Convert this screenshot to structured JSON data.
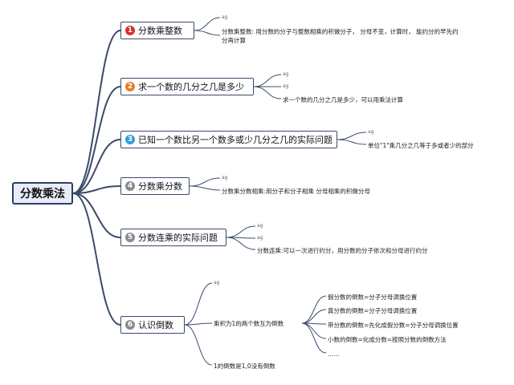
{
  "root": {
    "label": "分数乘法"
  },
  "colors": {
    "line": "#3b4a6b",
    "badge1": "#d9302a",
    "badge2": "#e67e22",
    "badge3": "#2e9fd8",
    "badge4": "#8a8a8a",
    "badge5": "#8a8a8a",
    "badge6": "#8a8a8a"
  },
  "branches": [
    {
      "num": "1",
      "label": "分数乘整数",
      "leaves": [
        "ag",
        "分数乘整数: 用分数的分子与整数相乘的积做分子， 分母不变，计算时， 能约分的早先约分再计算"
      ]
    },
    {
      "num": "2",
      "label": "求一个数的几分之几是多少",
      "leaves": [
        "ag",
        "ag",
        "求一个数的几分之几是多少，可以用乘法计算"
      ]
    },
    {
      "num": "3",
      "label": "已知一个数比另一个数多或少几分之几的实际问题",
      "leaves": [
        "ag",
        "单位\"1\"乘几分之几等于多或者少的部分"
      ]
    },
    {
      "num": "4",
      "label": "分数乘分数",
      "leaves": [
        "ag",
        "分数乘分数相乘:用分子和分子相乘 分母相乘的积做分母"
      ]
    },
    {
      "num": "5",
      "label": "分数连乘的实际问题",
      "leaves": [
        "ag",
        "ag",
        "分数连乘:可以一次进行约分，用分数的分子依次和分母进行约分"
      ]
    },
    {
      "num": "6",
      "label": "认识倒数",
      "leaves": [
        "ag",
        "乘积为1的两个数互为倒数",
        "1的倒数是1,0没有倒数"
      ],
      "sub": [
        "假分数的倒数=分子分母调换位置",
        "真分数的倒数=分子分母调换位置",
        "带分数的倒数=先化成假分数=分子分母调换位置",
        "小数的倒数=化成分数=按照分数的倒数方法",
        "……"
      ]
    }
  ]
}
